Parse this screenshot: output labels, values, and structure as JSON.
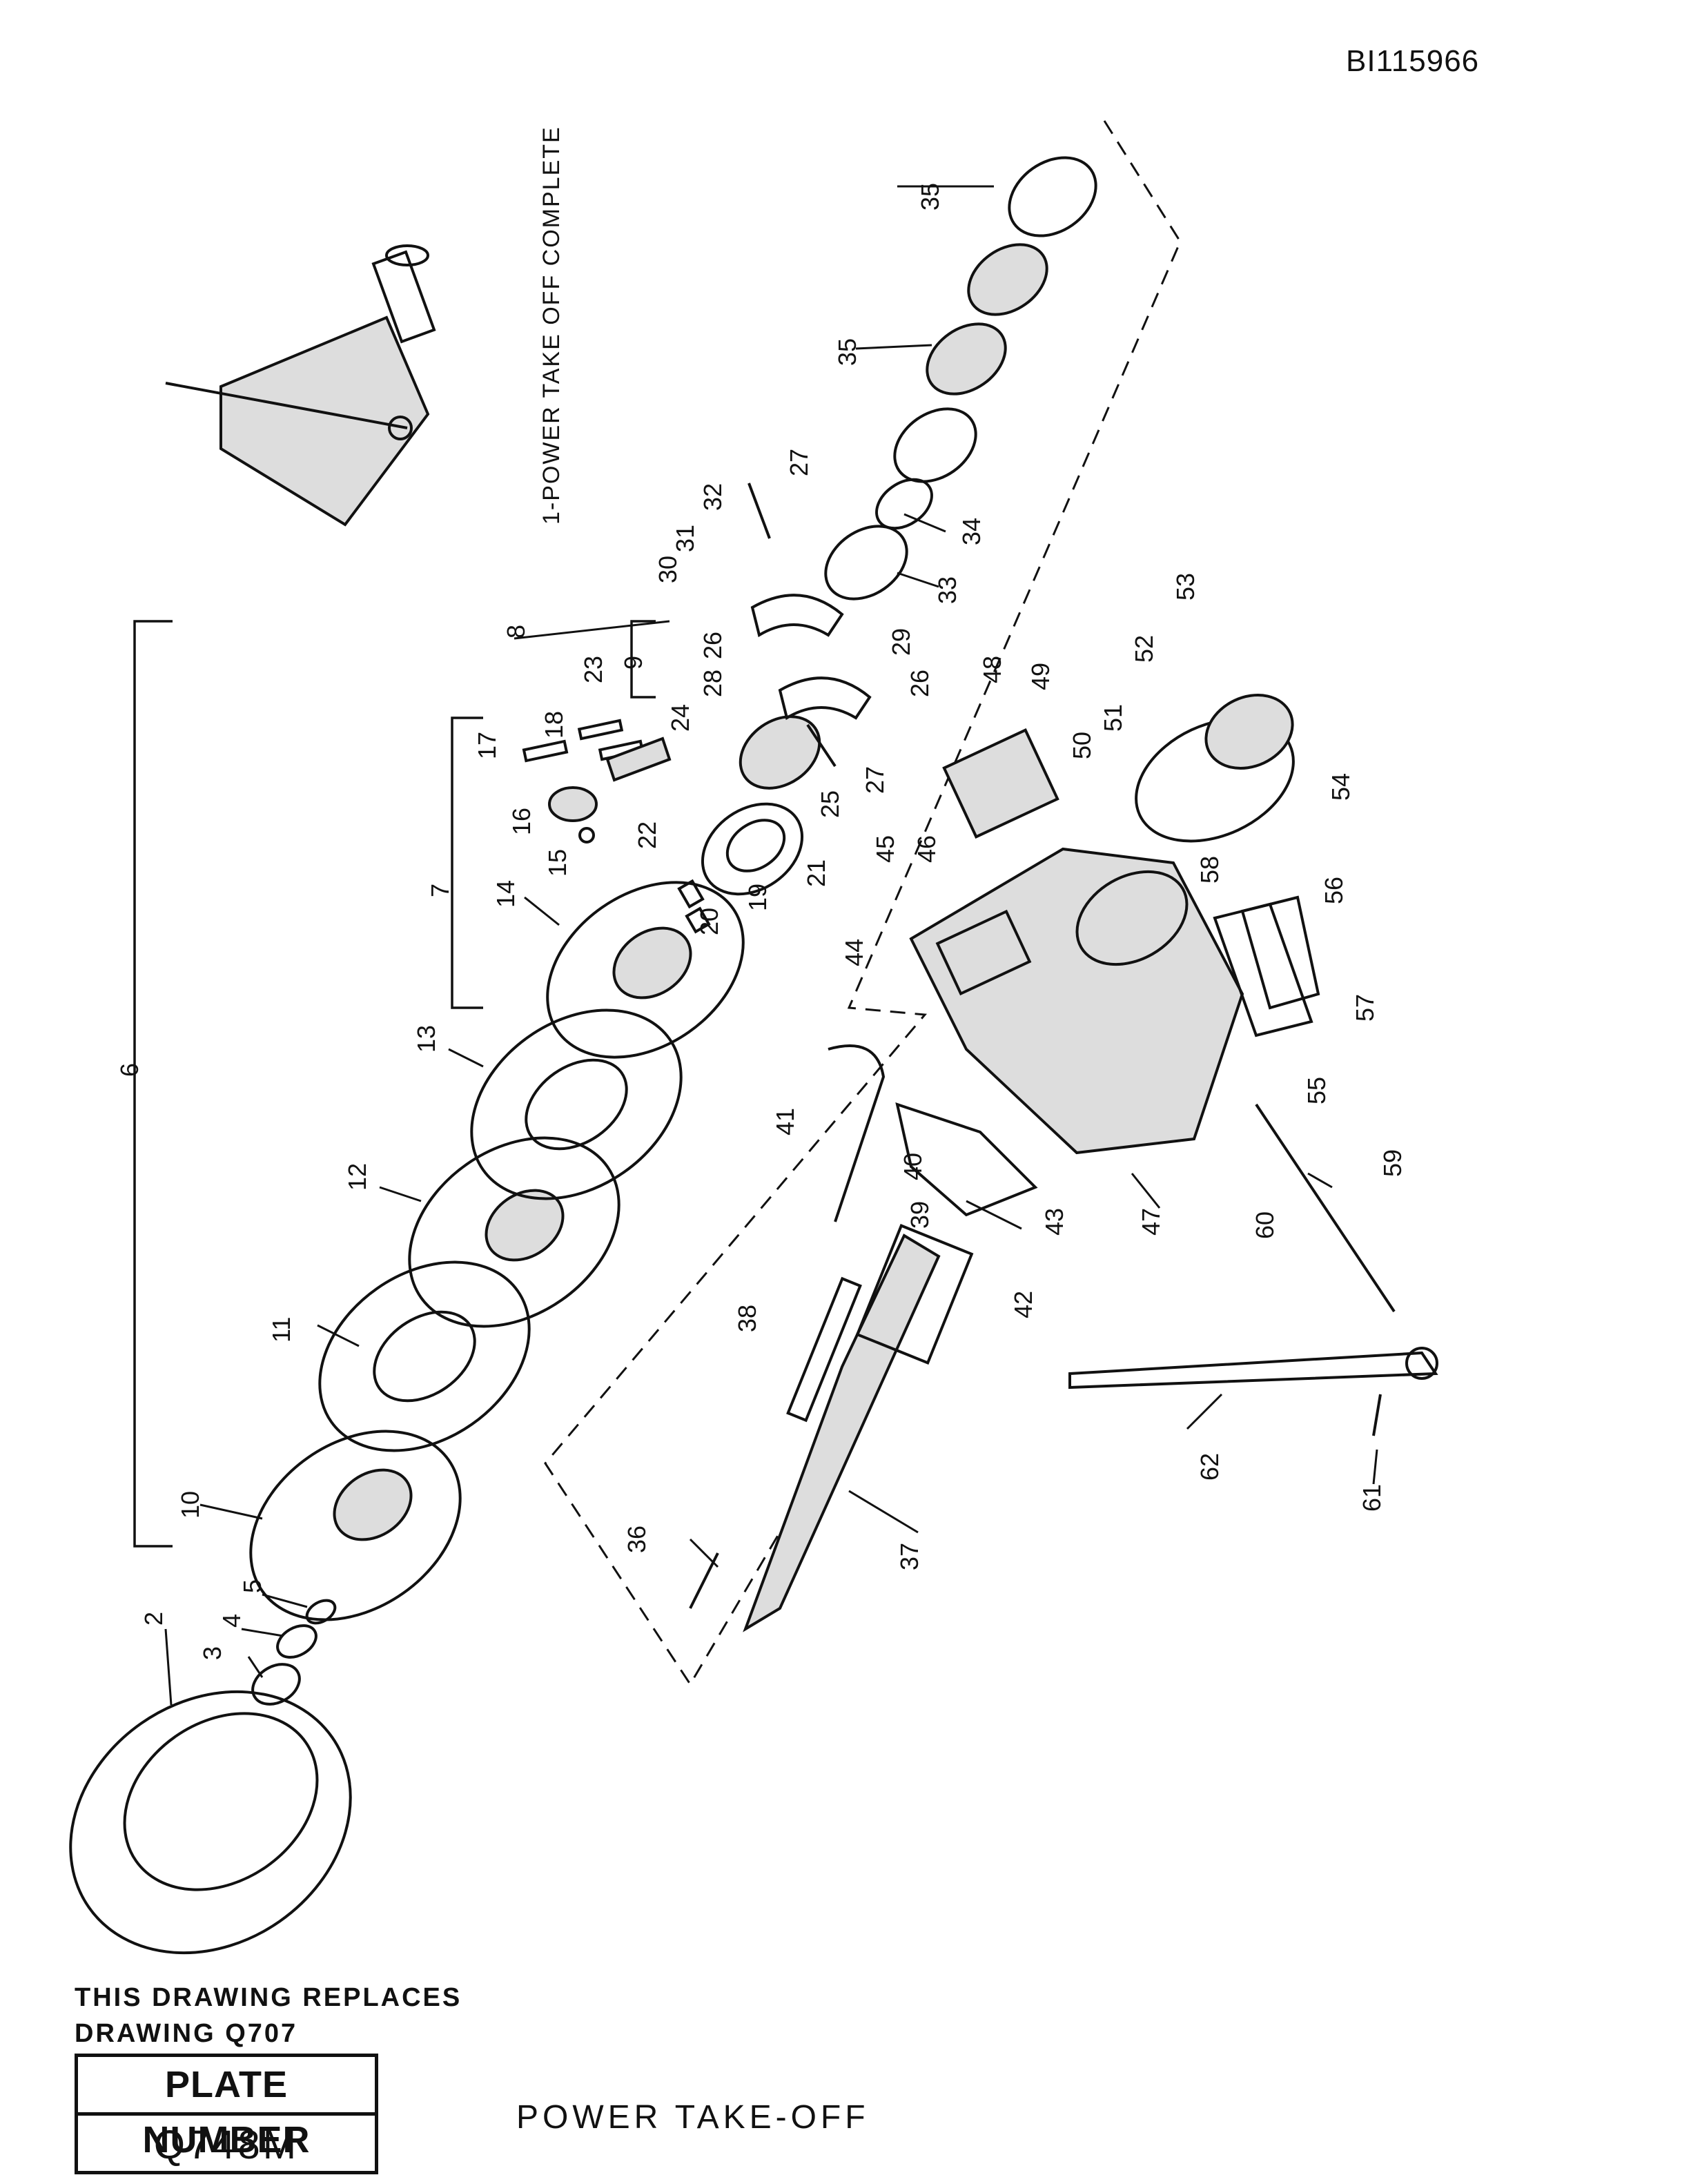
{
  "document": {
    "id": "BI115966",
    "replaces_line1": "THIS DRAWING REPLACES",
    "replaces_line2": "DRAWING Q707",
    "plate_label": "PLATE NUMBER",
    "plate_number": "Q748M",
    "title": "POWER TAKE-OFF"
  },
  "assembly_note": "1-POWER TAKE OFF COMPLETE",
  "callouts": [
    "2",
    "3",
    "4",
    "5",
    "6",
    "7",
    "8",
    "9",
    "10",
    "11",
    "12",
    "13",
    "14",
    "15",
    "16",
    "17",
    "18",
    "19",
    "20",
    "21",
    "22",
    "23",
    "24",
    "25",
    "26",
    "26",
    "27",
    "27",
    "28",
    "29",
    "30",
    "31",
    "32",
    "33",
    "34",
    "35",
    "35",
    "36",
    "37",
    "38",
    "39",
    "40",
    "41",
    "42",
    "43",
    "44",
    "45",
    "46",
    "47",
    "48",
    "49",
    "50",
    "51",
    "52",
    "53",
    "54",
    "55",
    "56",
    "57",
    "58",
    "59",
    "60",
    "61",
    "62"
  ]
}
